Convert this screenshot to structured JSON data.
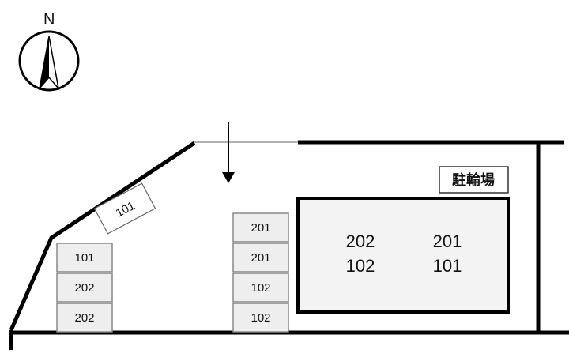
{
  "compass": {
    "label": "N",
    "icon": "north-arrow-icon"
  },
  "entrance": {
    "icon": "entrance-arrow-icon"
  },
  "bicycle_parking": {
    "label": "駐輪場",
    "units": [
      "202",
      "201",
      "102",
      "101"
    ]
  },
  "angled_slot": {
    "label": "101"
  },
  "left_column": {
    "slots": [
      "101",
      "202",
      "202"
    ]
  },
  "center_column": {
    "slots": [
      "201",
      "201",
      "102",
      "102"
    ]
  },
  "colors": {
    "line": "#000000",
    "slot_fill": "#eeeeee",
    "slot_border": "#888888",
    "bike_fill": "#f3f3f3",
    "background": "#ffffff"
  }
}
